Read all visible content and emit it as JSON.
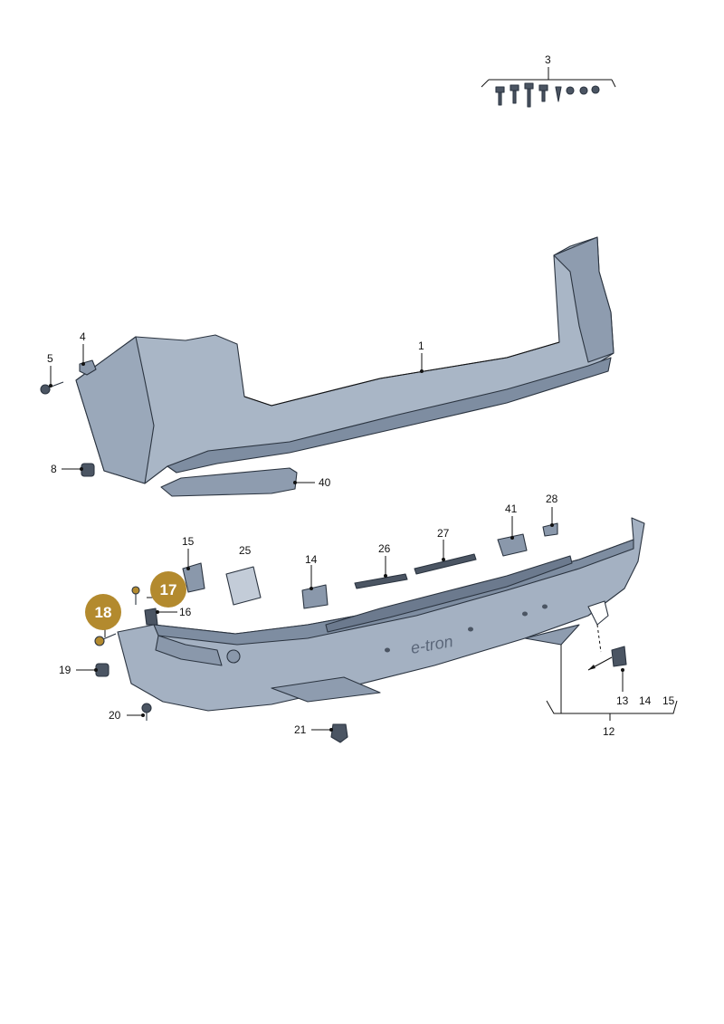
{
  "colors": {
    "bumper_fill": "#a9b6c6",
    "bumper_shade": "#7e8da1",
    "badge_fill": "#b38a2e",
    "part_dark": "#4b5563"
  },
  "badges": {
    "b17": "17",
    "b18": "18"
  },
  "labels": {
    "l1": "1",
    "l3": "3",
    "l4": "4",
    "l5": "5",
    "l8": "8",
    "l40": "40",
    "l15a": "15",
    "l25": "25",
    "l14a": "14",
    "l26": "26",
    "l27": "27",
    "l41": "41",
    "l28": "28",
    "l16": "16",
    "l19": "19",
    "l20": "20",
    "l21": "21",
    "l13": "13",
    "l14b": "14",
    "l15b": "15",
    "l12": "12"
  },
  "emblem_text": "e-tron"
}
